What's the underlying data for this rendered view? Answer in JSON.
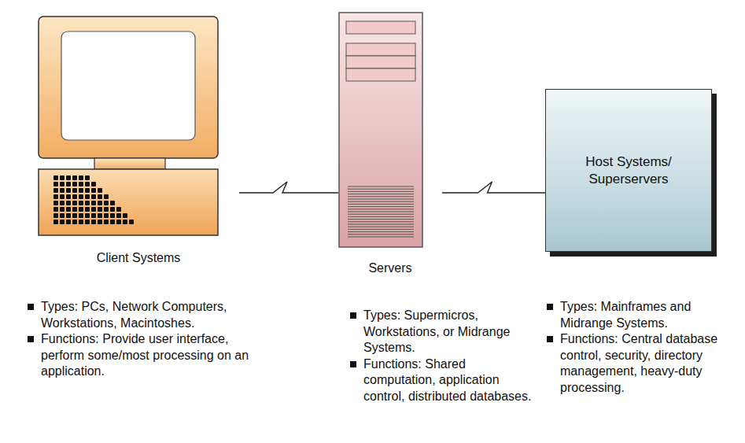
{
  "diagram": {
    "nodes": [
      {
        "text": [
          "Client Systems"
        ]
      },
      {
        "text": [
          "Servers"
        ]
      },
      {
        "text": [
          "Host Systems/ Superservers"
        ]
      }
    ],
    "edges": [
      {
        "from": 0,
        "to": 1,
        "arrow": "none"
      },
      {
        "from": 1,
        "to": 2,
        "arrow": "none"
      }
    ],
    "labels": [
      "Types: PCs, Network Computers, Workstations, Macintoshes.",
      "Functions: Provide user interface, perform some/most processing on an application.",
      "Types: Supermicros, Workstations, or Midrange Systems.",
      "Functions: Shared computation, application control, distributed databases.",
      "Types: Mainframes and Midrange Systems.",
      "Functions: Central database control, security, directory management, heavy-duty processing."
    ]
  }
}
